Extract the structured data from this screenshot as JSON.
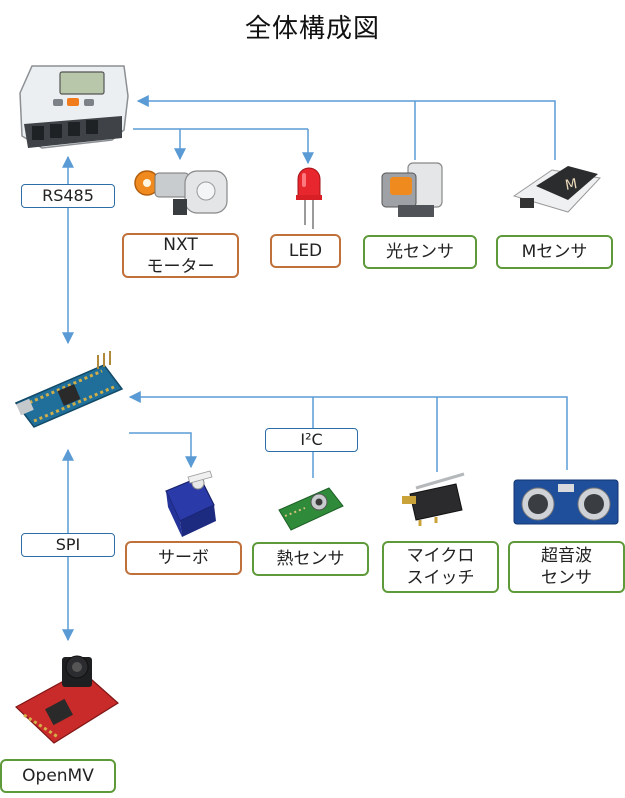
{
  "title": "全体構成図",
  "buses": {
    "rs485": "RS485",
    "spi": "SPI",
    "i2c": "I²C"
  },
  "nxt_side": {
    "motor": "NXT\nモーター",
    "led": "LED",
    "light_sensor": "光センサ",
    "m_sensor": "Mセンサ"
  },
  "arduino_side": {
    "servo": "サーボ",
    "heat_sensor": "熱センサ",
    "micro_switch": "マイクロ\nスイッチ",
    "ultrasonic_sensor": "超音波\nセンサ"
  },
  "camera": "OpenMV",
  "colors": {
    "wire": "#5b9bd5",
    "actuator_border": "#c0703a",
    "sensor_border": "#5f9a3a",
    "bus_border": "#2e6ea8"
  }
}
